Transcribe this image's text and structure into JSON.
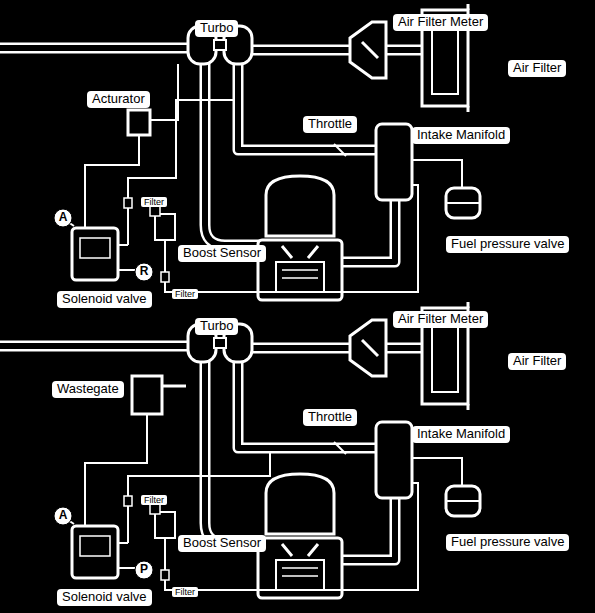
{
  "diagram": {
    "nodes": [
      {
        "text": [
          "Turbo"
        ]
      },
      {
        "text": [
          "Air Filter Meter"
        ]
      },
      {
        "text": [
          "Air Filter"
        ]
      },
      {
        "text": [
          "Acturator"
        ]
      },
      {
        "text": [
          "Throttle"
        ]
      },
      {
        "text": [
          "Intake Manifold"
        ]
      },
      {
        "text": [
          "Filter"
        ]
      },
      {
        "text": [
          "Boost Sensor"
        ]
      },
      {
        "text": [
          "Fuel pressure valve"
        ]
      },
      {
        "text": [
          "A"
        ]
      },
      {
        "text": [
          "R"
        ]
      },
      {
        "text": [
          "Filter"
        ]
      },
      {
        "text": [
          "Solenoid valve"
        ]
      },
      {
        "text": [
          "Turbo"
        ]
      },
      {
        "text": [
          "Air Filter Meter"
        ]
      },
      {
        "text": [
          "Air Filter"
        ]
      },
      {
        "text": [
          "Wastegate"
        ]
      },
      {
        "text": [
          "Throttle"
        ]
      },
      {
        "text": [
          "Intake Manifold"
        ]
      },
      {
        "text": [
          "Filter"
        ]
      },
      {
        "text": [
          "Boost Sensor"
        ]
      },
      {
        "text": [
          "Fuel pressure valve"
        ]
      },
      {
        "text": [
          "A"
        ]
      },
      {
        "text": [
          "P"
        ]
      },
      {
        "text": [
          "Filter"
        ]
      },
      {
        "text": [
          "Solenoid valve"
        ]
      }
    ]
  }
}
